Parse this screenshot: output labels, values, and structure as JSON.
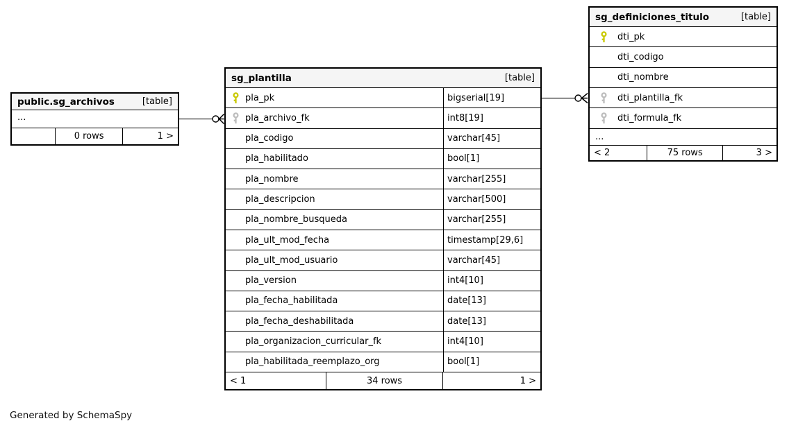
{
  "page": {
    "footer_note": "Generated by SchemaSpy"
  },
  "colors": {
    "primary_key": "#c9c900",
    "foreign_key": "#bdbdbd",
    "header_bg": "#f5f5f5",
    "border": "#000000",
    "connector": "#333333"
  },
  "tables": [
    {
      "title": "public.sg_archivos",
      "badge": "[table]",
      "columns": [
        {
          "name": "...",
          "key": null,
          "type": null,
          "ellipsis": true
        }
      ],
      "pager": {
        "left": "",
        "center": "0 rows",
        "right": "1 >"
      }
    },
    {
      "title": "sg_plantilla",
      "badge": "[table]",
      "columns": [
        {
          "name": "pla_pk",
          "key": "primary",
          "type": "bigserial[19]"
        },
        {
          "name": "pla_archivo_fk",
          "key": "foreign",
          "type": "int8[19]"
        },
        {
          "name": "pla_codigo",
          "key": null,
          "type": "varchar[45]"
        },
        {
          "name": "pla_habilitado",
          "key": null,
          "type": "bool[1]"
        },
        {
          "name": "pla_nombre",
          "key": null,
          "type": "varchar[255]"
        },
        {
          "name": "pla_descripcion",
          "key": null,
          "type": "varchar[500]"
        },
        {
          "name": "pla_nombre_busqueda",
          "key": null,
          "type": "varchar[255]"
        },
        {
          "name": "pla_ult_mod_fecha",
          "key": null,
          "type": "timestamp[29,6]"
        },
        {
          "name": "pla_ult_mod_usuario",
          "key": null,
          "type": "varchar[45]"
        },
        {
          "name": "pla_version",
          "key": null,
          "type": "int4[10]"
        },
        {
          "name": "pla_fecha_habilitada",
          "key": null,
          "type": "date[13]"
        },
        {
          "name": "pla_fecha_deshabilitada",
          "key": null,
          "type": "date[13]"
        },
        {
          "name": "pla_organizacion_curricular_fk",
          "key": null,
          "type": "int4[10]"
        },
        {
          "name": "pla_habilitada_reemplazo_org",
          "key": null,
          "type": "bool[1]"
        }
      ],
      "pager": {
        "left": "< 1",
        "center": "34 rows",
        "right": "1 >"
      }
    },
    {
      "title": "sg_definiciones_titulo",
      "badge": "[table]",
      "columns": [
        {
          "name": "dti_pk",
          "key": "primary",
          "type": null
        },
        {
          "name": "dti_codigo",
          "key": null,
          "type": null
        },
        {
          "name": "dti_nombre",
          "key": null,
          "type": null
        },
        {
          "name": "dti_plantilla_fk",
          "key": "foreign",
          "type": null
        },
        {
          "name": "dti_formula_fk",
          "key": "foreign",
          "type": null
        },
        {
          "name": "...",
          "key": null,
          "type": null,
          "ellipsis": true
        }
      ],
      "pager": {
        "left": "< 2",
        "center": "75 rows",
        "right": "3 >"
      }
    }
  ],
  "relationships": [
    {
      "from": "public.sg_archivos",
      "to": "sg_plantilla.pla_archivo_fk"
    },
    {
      "from": "sg_plantilla.pla_pk",
      "to": "sg_definiciones_titulo.dti_plantilla_fk"
    }
  ]
}
